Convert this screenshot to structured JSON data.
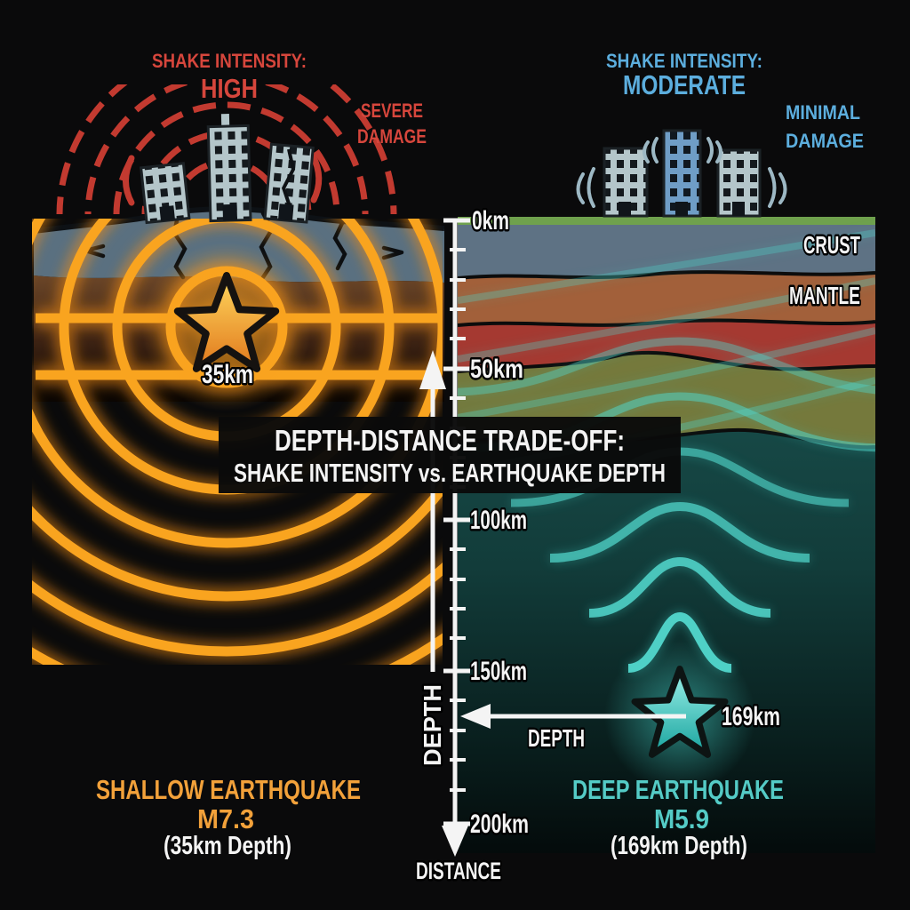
{
  "banner": {
    "line1": "DEPTH-DISTANCE TRADE-OFF:",
    "line2": "SHAKE INTENSITY vs. EARTHQUAKE DEPTH"
  },
  "axis": {
    "ticks": [
      "0km",
      "50km",
      "100km",
      "150km",
      "200km"
    ],
    "depth_label": "DEPTH",
    "depth_arrow_label": "DEPTH",
    "distance_label": "DISTANCE"
  },
  "layers": {
    "crust": "CRUST",
    "mantle": "MANTLE"
  },
  "left": {
    "intensity_label": "SHAKE INTENSITY:",
    "intensity_value": "HIGH",
    "damage_word1": "SEVERE",
    "damage_word2": "DAMAGE",
    "hypocenter_depth": "35km",
    "title": "SHALLOW EARTHQUAKE",
    "magnitude": "M7.3",
    "depth_note": "(35km Depth)"
  },
  "right": {
    "intensity_label": "SHAKE INTENSITY:",
    "intensity_value": "MODERATE",
    "damage_word1": "MINIMAL",
    "damage_word2": "DAMAGE",
    "hypocenter_depth": "169km",
    "title": "DEEP EARTHQUAKE",
    "magnitude": "M5.9",
    "depth_note": "(169km Depth)"
  },
  "colors": {
    "high_accent": "#d6463c",
    "moderate_accent": "#5caede",
    "shallow_wave": "#f9a41f",
    "deep_wave": "#52d7cc",
    "shallow_text": "#f2a13a",
    "deep_text": "#54cbc6",
    "white": "#f4f4f4",
    "crust": "#5e7284",
    "mantle": "#a2603a",
    "red_layer": "#a53931",
    "olive_layer": "#75793c",
    "deep_layer": "#164e4c",
    "green_surface": "#6fa14d",
    "banner_bg": "#0a0a0a"
  }
}
